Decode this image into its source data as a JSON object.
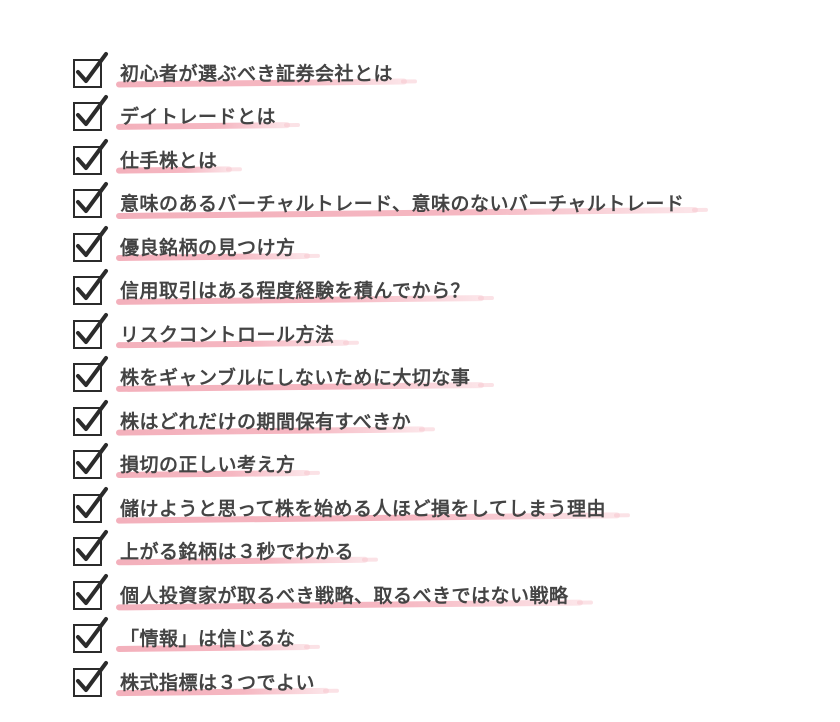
{
  "checklist": {
    "accent_color": "#f29aab",
    "check_color": "#2b2b2b",
    "icon": "checkbox-checked-icon",
    "items": [
      {
        "label": "初心者が選ぶべき証券会社とは",
        "checked": true
      },
      {
        "label": "デイトレードとは",
        "checked": true
      },
      {
        "label": " 仕手株とは",
        "checked": true
      },
      {
        "label": "意味のあるバーチャルトレード、意味のないバーチャルトレード",
        "checked": true
      },
      {
        "label": "優良銘柄の見つけ方",
        "checked": true
      },
      {
        "label": "信用取引はある程度経験を積んでから？",
        "checked": true
      },
      {
        "label": "リスクコントロール方法",
        "checked": true
      },
      {
        "label": "株をギャンブルにしないために大切な事",
        "checked": true
      },
      {
        "label": "株はどれだけの期間保有すべきか",
        "checked": true
      },
      {
        "label": " 損切の正しい考え方",
        "checked": true
      },
      {
        "label": "儲けようと思って株を始める人ほど損をしてしまう理由",
        "checked": true
      },
      {
        "label": "上がる銘柄は３秒でわかる",
        "checked": true
      },
      {
        "label": "個人投資家が取るべき戦略、取るべきではない戦略",
        "checked": true
      },
      {
        "label": "「情報」は信じるな",
        "checked": true
      },
      {
        "label": "株式指標は３つでよい",
        "checked": true
      }
    ]
  }
}
